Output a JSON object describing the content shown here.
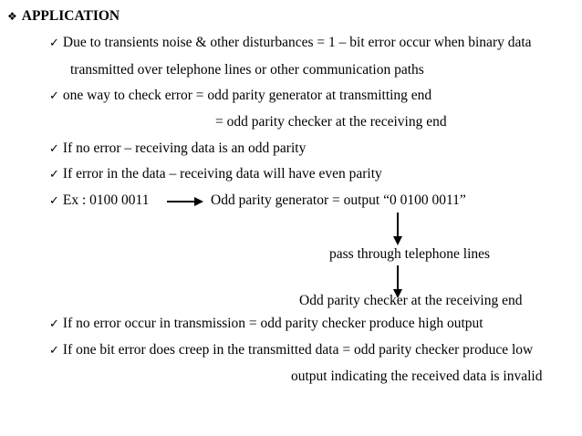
{
  "heading": {
    "bullet": "❖",
    "text": "APPLICATION"
  },
  "check_mark": "✓",
  "lines": {
    "l1": "Due to transients noise & other disturbances = 1 – bit error occur when binary data",
    "l1b": "transmitted over telephone lines or other communication paths",
    "l2": "one way to check  error  = odd parity generator at  transmitting end",
    "l2b": "= odd parity checker at the receiving end",
    "l3": "If no error – receiving data  is an odd parity",
    "l4": "If error in the data – receiving data will have even parity",
    "l5_ex": "Ex : 0100 0011",
    "l5_gen": "Odd parity generator =  output “0 0100 0011”",
    "l6": "pass through telephone lines",
    "l7": "Odd parity checker at the receiving end",
    "l8": "If no error occur in transmission   = odd parity checker produce high output",
    "l9": "If one bit error does creep in the transmitted data = odd parity checker produce low",
    "l9b": "output indicating the received data is invalid"
  }
}
